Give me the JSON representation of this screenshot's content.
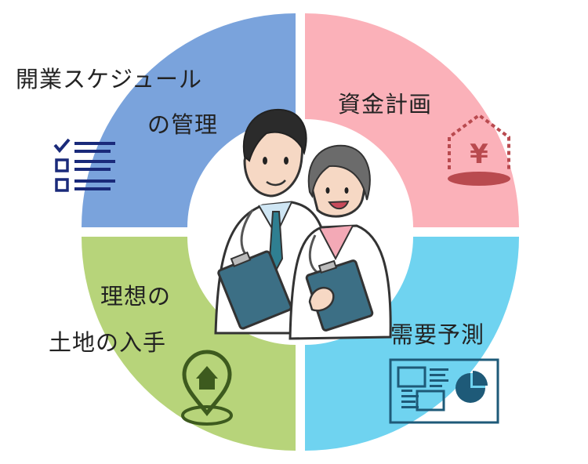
{
  "quadrants": {
    "top_left": {
      "line1": "開業スケジュール",
      "line2": "の管理",
      "color": "#7aa3dc",
      "icon": "checklist-icon",
      "icon_color": "#1a2a7a"
    },
    "top_right": {
      "label": "資金計画",
      "color": "#fbb1b9",
      "icon": "yen-house-icon",
      "icon_color": "#b94a4f",
      "icon_text": "¥"
    },
    "bottom_left": {
      "line1": "理想の",
      "line2": "土地の入手",
      "color": "#b7d47a",
      "icon": "house-location-pin-icon",
      "icon_color": "#3d5a1e"
    },
    "bottom_right": {
      "label": "需要予測",
      "color": "#6fd3f0",
      "icon": "report-chart-icon",
      "icon_color": "#1e5a78"
    }
  },
  "center": {
    "illustration": "doctors-illustration"
  }
}
